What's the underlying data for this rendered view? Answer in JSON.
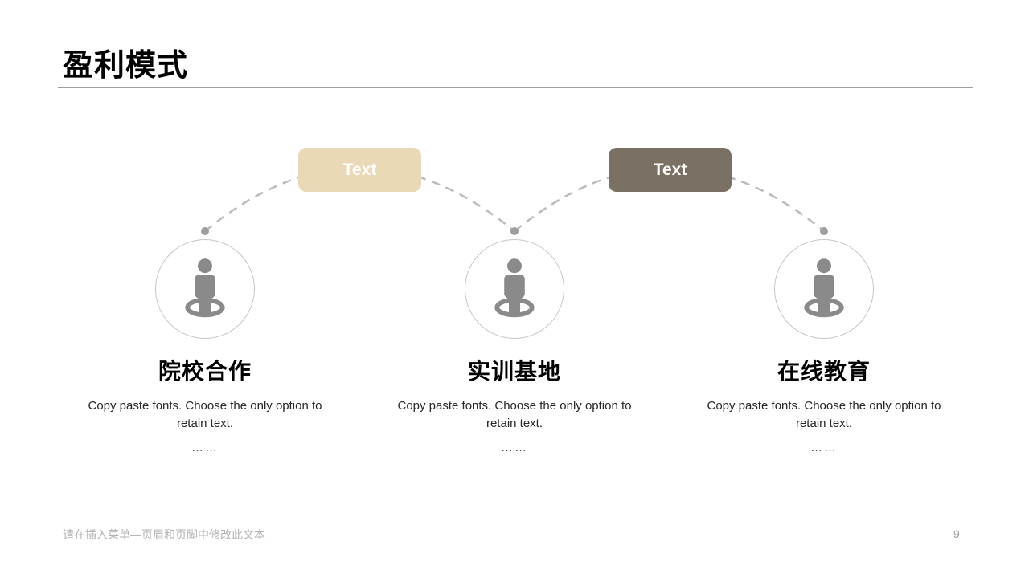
{
  "slide": {
    "title": "盈利模式",
    "footer": "请在插入菜单—页眉和页脚中修改此文本",
    "page_number": "9"
  },
  "connectors": [
    {
      "label": "Text",
      "fill": "#ead9b6",
      "text_color": "#ffffff"
    },
    {
      "label": "Text",
      "fill": "#7a7164",
      "text_color": "#ffffff"
    }
  ],
  "items": [
    {
      "icon": "person-location-icon",
      "heading": "院校合作",
      "body": "Copy paste fonts. Choose the only option to retain text.",
      "ellipsis": "……"
    },
    {
      "icon": "person-location-icon",
      "heading": "实训基地",
      "body": "Copy paste fonts. Choose the only option to retain text.",
      "ellipsis": "……"
    },
    {
      "icon": "person-location-icon",
      "heading": "在线教育",
      "body": "Copy paste fonts. Choose the only option to retain text.",
      "ellipsis": "……"
    }
  ],
  "colors": {
    "background": "#ffffff",
    "title_text": "#000000",
    "rule_line": "#9c9c9c",
    "arc_dash": "#bbbbbb",
    "arc_dot": "#9e9e9e",
    "circle_border": "#c6c6c6",
    "icon_gray": "#8a8a8a",
    "body_text": "#262626",
    "footer_text": "#b3b3b3"
  }
}
